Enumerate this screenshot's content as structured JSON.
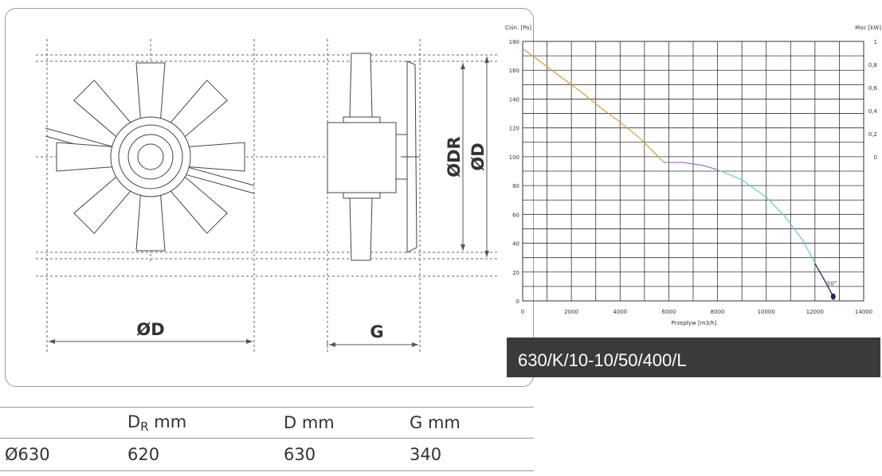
{
  "drawing": {
    "label_d_front": "ØD",
    "label_g": "G",
    "label_dr": "ØDR",
    "label_d_side": "ØD"
  },
  "model": {
    "name": "630/K/10-10/50/400/L"
  },
  "table": {
    "headers": [
      "",
      "D",
      "R",
      "mm",
      "D mm",
      "G mm"
    ],
    "row": {
      "size": "Ø630",
      "dr": "620",
      "d": "630",
      "g": "340"
    }
  },
  "chart_data": {
    "type": "line",
    "ylabel_left": "Ciśn. [Pa]",
    "ylabel_right": "Moc [kW]",
    "xlabel": "Przepływ [m3/h]",
    "xlim": [
      0,
      14000
    ],
    "ylim": [
      0,
      180
    ],
    "x_ticks": [
      "0",
      "2000",
      "4000",
      "6000",
      "8000",
      "10000",
      "12000",
      "14000"
    ],
    "y_ticks": [
      "0",
      "20",
      "40",
      "60",
      "80",
      "100",
      "120",
      "140",
      "160",
      "180"
    ],
    "right_ticks": [
      "0",
      "0,2",
      "0,4",
      "0,6",
      "0,8",
      "1"
    ],
    "right_lim": [
      0,
      1
    ],
    "grid": true,
    "annotation": "50°",
    "curve_colors": [
      "#d9a24a",
      "#a07cc0",
      "#6ec9dc",
      "#1a2a5a"
    ],
    "series": [
      {
        "segments": [
          {
            "color": "#d9a24a",
            "points": [
              [
                0,
                175
              ],
              [
                800,
                165
              ],
              [
                1600,
                155
              ],
              [
                2400,
                145
              ],
              [
                3200,
                134
              ],
              [
                4000,
                124
              ],
              [
                4800,
                113
              ],
              [
                5400,
                103
              ],
              [
                5800,
                96
              ]
            ]
          },
          {
            "color": "#a07cc0",
            "points": [
              [
                5800,
                96
              ],
              [
                6600,
                96
              ],
              [
                7400,
                94
              ],
              [
                8000,
                91
              ]
            ]
          },
          {
            "color": "#6ec9dc",
            "points": [
              [
                8000,
                91
              ],
              [
                9000,
                84
              ],
              [
                10000,
                72
              ],
              [
                10800,
                58
              ],
              [
                11500,
                42
              ],
              [
                12000,
                26
              ]
            ]
          },
          {
            "color": "#1a2a5a",
            "points": [
              [
                12000,
                26
              ],
              [
                12400,
                14
              ],
              [
                12750,
                3
              ]
            ]
          }
        ]
      }
    ],
    "operating_point": [
      12750,
      3
    ]
  }
}
